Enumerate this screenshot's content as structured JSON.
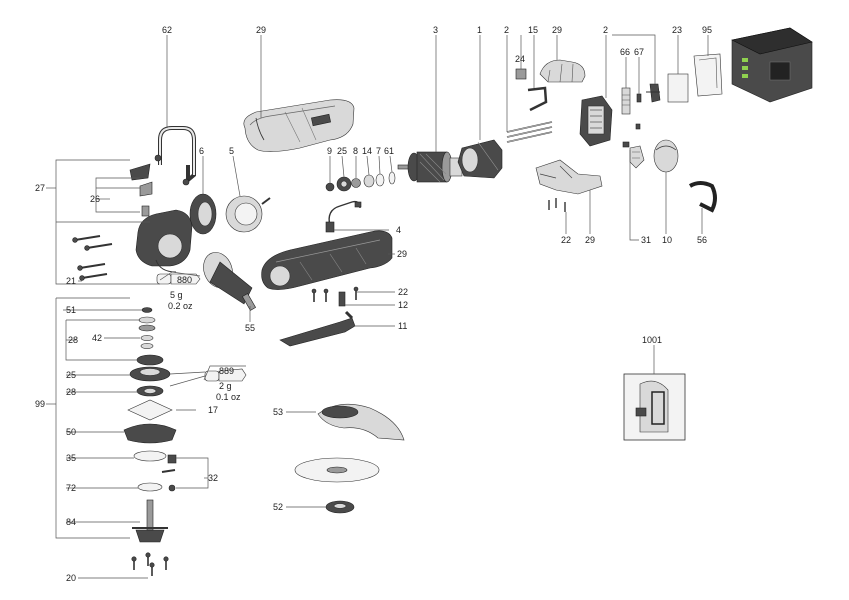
{
  "labels": {
    "l62": "62",
    "l29a": "29",
    "l3": "3",
    "l1": "1",
    "l2a": "2",
    "l15": "15",
    "l24": "24",
    "l29b": "29",
    "l2b": "2",
    "l23": "23",
    "l95": "95",
    "l66": "66",
    "l67": "67",
    "l6": "6",
    "l5": "5",
    "l27": "27",
    "l26": "26",
    "l9": "9",
    "l25a": "25",
    "l8": "8",
    "l14": "14",
    "l7": "7",
    "l61": "61",
    "l4": "4",
    "l29c": "29",
    "l22a": "22",
    "l29d": "29",
    "l31": "31",
    "l10": "10",
    "l56": "56",
    "l21": "21",
    "l880": "880",
    "l5g": "5 g",
    "l02oz": "0.2 oz",
    "l55": "55",
    "l22b": "22",
    "l12": "12",
    "l11": "11",
    "l99": "99",
    "l51": "51",
    "l28a": "28",
    "l42": "42",
    "l25b": "25",
    "l889": "889",
    "l2g": "2 g",
    "l01oz": "0.1 oz",
    "l28b": "28",
    "l17": "17",
    "l50": "50",
    "l35": "35",
    "l32": "32",
    "l72": "72",
    "l84": "84",
    "l20": "20",
    "l53": "53",
    "l52": "52",
    "l1001": "1001"
  }
}
